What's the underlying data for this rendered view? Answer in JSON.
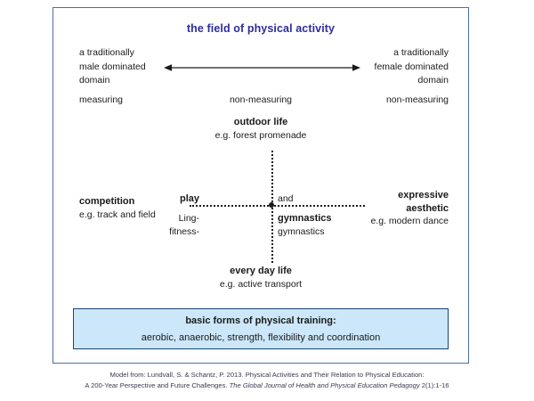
{
  "diagram": {
    "title": "the field of physical activity",
    "axis": {
      "left_domain": [
        "a traditionally",
        "male dominated",
        "domain"
      ],
      "right_domain": [
        "a traditionally",
        "female dominated",
        "domain"
      ],
      "arrow_icon": "double-headed-horizontal-arrow",
      "left_measure": "measuring",
      "center_measure": "non-measuring",
      "right_measure": "non-measuring"
    },
    "poles": {
      "top": {
        "heading": "outdoor life",
        "example": "e.g. forest promenade"
      },
      "bottom": {
        "heading": "every day life",
        "example": "e.g. active transport"
      },
      "left": {
        "heading": "competition",
        "example": "e.g. track and field"
      },
      "right": {
        "heading_line1": "expressive",
        "heading_line2": "aesthetic",
        "example": "e.g. modern dance"
      }
    },
    "center": {
      "top_left": "play",
      "top_right": "and",
      "bottom_left_line1": "Ling-",
      "bottom_left_line2": "fitness-",
      "bottom_right_line1": "gymnastics",
      "bottom_right_line2": "gymnastics"
    },
    "basic_box": {
      "title": "basic forms of physical training:",
      "subtitle": "aerobic, anaerobic, strength, flexibility and coordination",
      "fill_color": "#cce7f9",
      "border_color": "#16447a"
    },
    "colors": {
      "title_color": "#2d2d9e",
      "frame_border": "#4a6fa5",
      "text": "#1a1a1a"
    }
  },
  "citation": {
    "line1": "Model from: Lundvall, S. & Schantz, P. 2013. Physical Activities and Their Relation to Physical Education:",
    "line2_a": "A 200-Year Perspective and Future Challenges. ",
    "line2_journal": "The Global Journal of Health and Physical Education Pedagogy",
    "line2_b": " 2(1):1-16"
  }
}
